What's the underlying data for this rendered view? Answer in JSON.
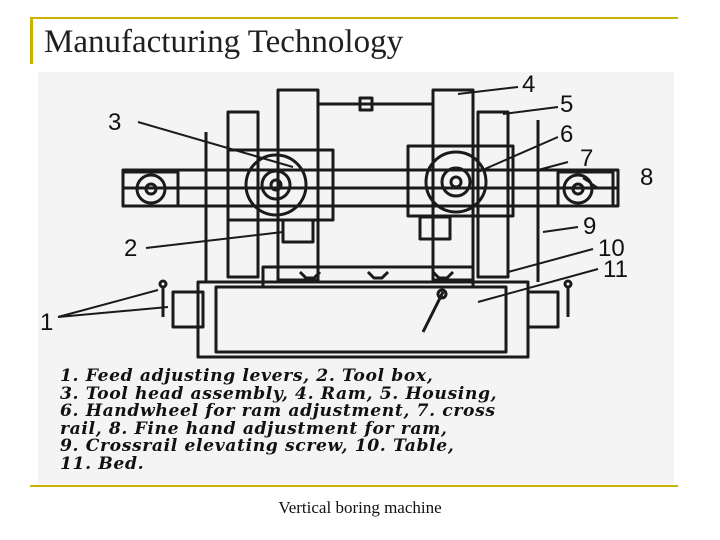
{
  "slide": {
    "title": "Manufacturing Technology",
    "caption": "Vertical boring machine",
    "accent_color": "#c8b400"
  },
  "figure": {
    "callouts": [
      "1",
      "2",
      "3",
      "4",
      "5",
      "6",
      "7",
      "8",
      "9",
      "10",
      "11"
    ],
    "legend_lines": [
      "1.  Feed  adjusting  levers,     2.  Tool  box,",
      "3.  Tool head assembly, 4.  Ram,  5.  Housing,",
      "6.  Handwheel for ram adjustment, 7.  cross",
      "rail,   8.  Fine  hand  adjustment  for  ram,",
      "9.  Crossrail   elevating  screw,     10.   Table,",
      "11.  Bed."
    ]
  }
}
